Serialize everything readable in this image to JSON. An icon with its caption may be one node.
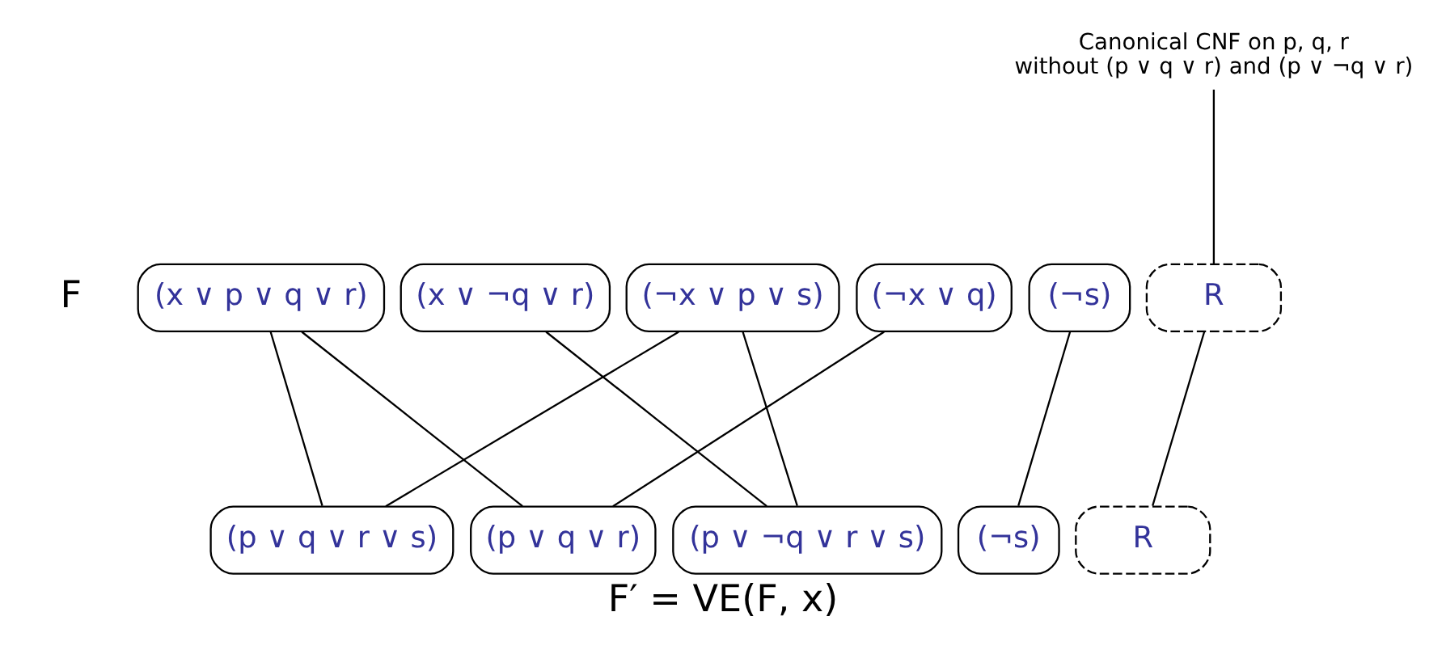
{
  "diagram": {
    "caption": "F′ = VE(F, x)",
    "nodes": [
      {
        "text": [
          "(x ∨ p ∨ q ∨ r)"
        ]
      },
      {
        "text": [
          "(x ∨ ¬q ∨ r)"
        ]
      },
      {
        "text": [
          "(¬x ∨ p ∨ s)"
        ]
      },
      {
        "text": [
          "(¬x ∨ q)"
        ]
      },
      {
        "text": [
          "(¬s)"
        ]
      },
      {
        "text": [
          "R"
        ]
      },
      {
        "text": [
          "(p ∨ q ∨ r ∨ s)"
        ]
      },
      {
        "text": [
          "(p ∨ q ∨ r)"
        ]
      },
      {
        "text": [
          "(p ∨ ¬q ∨ r ∨ s)"
        ]
      },
      {
        "text": [
          "(¬s)"
        ]
      },
      {
        "text": [
          "R"
        ]
      },
      {
        "text": [
          "Canonical CNF on p, q, r without (p ∨ q ∨ r) and (p ∨ ¬q ∨ r)"
        ]
      }
    ],
    "edges": [
      {
        "from": 0,
        "to": 6,
        "arrow": "none"
      },
      {
        "from": 0,
        "to": 7,
        "arrow": "none"
      },
      {
        "from": 1,
        "to": 8,
        "arrow": "none"
      },
      {
        "from": 2,
        "to": 6,
        "arrow": "none"
      },
      {
        "from": 2,
        "to": 8,
        "arrow": "none"
      },
      {
        "from": 3,
        "to": 7,
        "arrow": "none"
      },
      {
        "from": 4,
        "to": 9,
        "arrow": "none"
      },
      {
        "from": 5,
        "to": 10,
        "arrow": "none"
      },
      {
        "from": 11,
        "to": 5,
        "arrow": "none"
      }
    ],
    "labels": [
      "F"
    ]
  }
}
